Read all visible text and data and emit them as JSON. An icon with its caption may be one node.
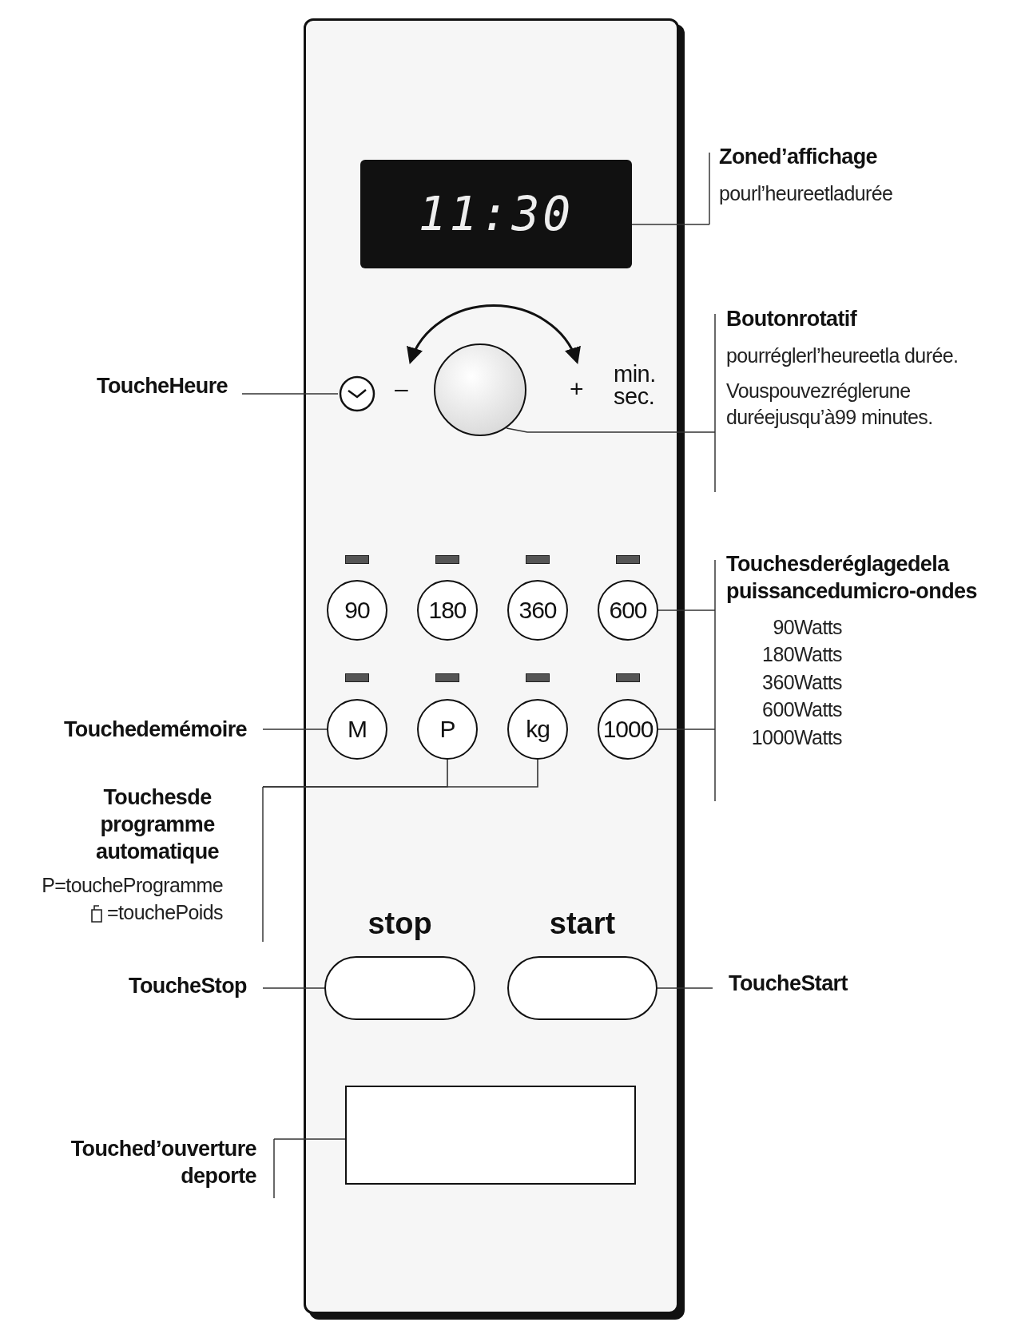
{
  "diagram": {
    "nodes": [
      {
        "text": [
          "11:30"
        ]
      },
      {
        "text": [
          "Zoned’affichage",
          "pourl’heureetladurée"
        ]
      },
      {
        "text": [],
        "shape": "circle"
      },
      {
        "text": [
          "ToucheHeure"
        ]
      },
      {
        "text": [],
        "shape": "circle"
      },
      {
        "text": [
          "Boutonrotatif",
          "pourréglerl’heureetla durée.",
          "Vouspouvezréglerune duréejusqu’à99 minutes."
        ]
      },
      {
        "text": [
          "90"
        ]
      },
      {
        "text": [
          "180"
        ]
      },
      {
        "text": [
          "360"
        ]
      },
      {
        "text": [
          "600"
        ]
      },
      {
        "text": [
          "M"
        ]
      },
      {
        "text": [
          "P"
        ]
      },
      {
        "text": [
          "kg"
        ]
      },
      {
        "text": [
          "1000"
        ]
      },
      {
        "text": [
          "Touchesderéglagedela puissancedumicro-ondes",
          "90Watts",
          "180Watts",
          "360Watts",
          "600Watts",
          "1000Watts"
        ]
      },
      {
        "text": [
          "Touchedemémoire"
        ]
      },
      {
        "text": [
          "Touchesde programme automatique",
          "P=toucheProgramme",
          "=touchePoids"
        ]
      },
      {
        "text": [
          "stop"
        ]
      },
      {
        "text": [
          "start"
        ]
      },
      {
        "text": [
          "ToucheStop"
        ]
      },
      {
        "text": [
          "ToucheStart"
        ]
      },
      {
        "text": [],
        "shape": "box"
      },
      {
        "text": [
          "Touched’ouverture deporte"
        ]
      }
    ],
    "edges": [
      {
        "from": 1,
        "to": 0,
        "arrow": "none"
      },
      {
        "from": 3,
        "to": 2,
        "arrow": "none"
      },
      {
        "from": 5,
        "to": 4,
        "arrow": "none"
      },
      {
        "from": 14,
        "to": 9,
        "arrow": "none"
      },
      {
        "from": 14,
        "to": 13,
        "arrow": "none"
      },
      {
        "from": 15,
        "to": 10,
        "arrow": "none"
      },
      {
        "from": 16,
        "to": 11,
        "arrow": "none"
      },
      {
        "from": 16,
        "to": 12,
        "arrow": "none"
      },
      {
        "from": 19,
        "to": 17,
        "arrow": "none"
      },
      {
        "from": 20,
        "to": 18,
        "arrow": "none"
      },
      {
        "from": 22,
        "to": 21,
        "arrow": "none"
      }
    ],
    "labels": [
      "–",
      "+",
      "min. sec."
    ]
  }
}
